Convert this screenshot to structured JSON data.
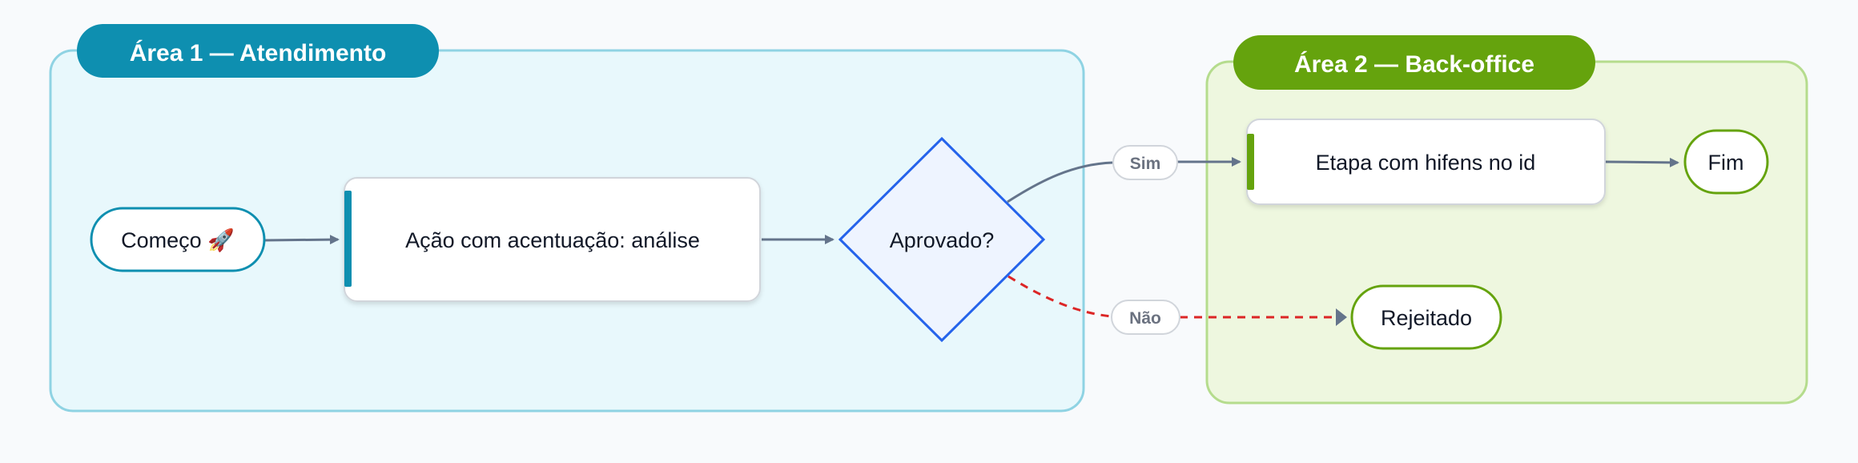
{
  "lanes": [
    {
      "title": "Área 1 — Atendimento",
      "accent": "#0e8fb0",
      "bg": "#e8f8fc"
    },
    {
      "title": "Área 2 — Back-office",
      "accent": "#65a30d",
      "bg": "#eef7df"
    }
  ],
  "nodes": {
    "start": "Começo 🚀",
    "action": "Ação com acentuação: análise",
    "decision": "Aprovado?",
    "step": "Etapa com hifens no id",
    "end": "Fim",
    "rejected": "Rejeitado"
  },
  "edges": {
    "yes_label": "Sim",
    "no_label": "Não"
  },
  "colors": {
    "edge": "#64748b",
    "edge_no": "#dc2626",
    "decision_border": "#2563eb",
    "decision_fill": "#eef4ff"
  }
}
